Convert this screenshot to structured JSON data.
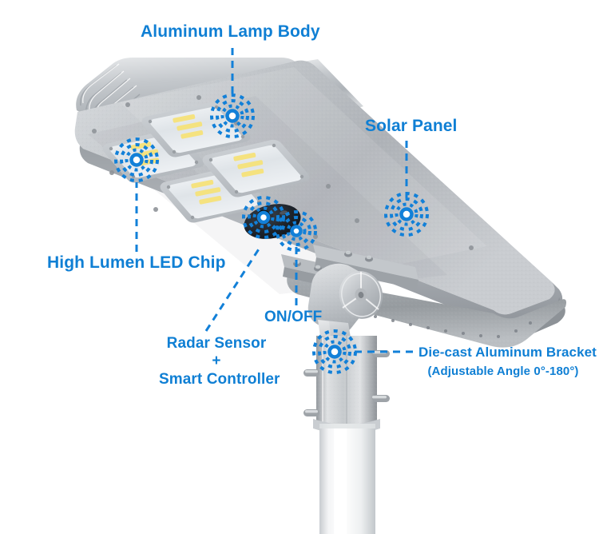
{
  "diagram": {
    "title": "All-in-one Solar Street Light component callouts",
    "accent_color": "#0f7fd4",
    "background_color": "#ffffff",
    "body_color": "#b9bcc0",
    "pole_color": "#f2f3f5"
  },
  "callouts": {
    "lamp_body": {
      "label": "Aluminum Lamp Body",
      "marker_name": "marker-lamp-body"
    },
    "solar_panel": {
      "label": "Solar Panel",
      "marker_name": "marker-solar-panel"
    },
    "led_chip": {
      "label": "High Lumen LED Chip",
      "marker_name": "marker-led-chip"
    },
    "on_off": {
      "label": "ON/OFF",
      "marker_name": "marker-on-off"
    },
    "radar_sensor": {
      "line1": "Radar Sensor",
      "line2": "+",
      "line3": "Smart Controller",
      "marker_name": "marker-radar-sensor"
    },
    "bracket": {
      "label": "Die-cast Aluminum Bracket",
      "sub_label": "(Adjustable Angle 0°-180°)",
      "marker_name": "marker-bracket"
    }
  }
}
